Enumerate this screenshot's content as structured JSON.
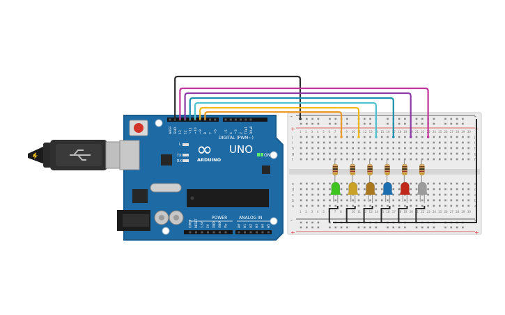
{
  "arduino": {
    "brand": "ARDUINO",
    "model": "UNO",
    "logo_symbol": "∞",
    "digital_header": "DIGITAL (PWM~)",
    "power_label": "POWER",
    "analog_label": "ANALOG IN",
    "on_label": "ON",
    "led_l": "L",
    "led_tx": "TX",
    "led_rx": "RX",
    "top_pins": [
      "AREF",
      "GND",
      "13",
      "12",
      "~11",
      "~10",
      "~9",
      "8",
      "7",
      "~6",
      "~5",
      "4",
      "~3",
      "2",
      "TX▸1",
      "RX◂0"
    ],
    "power_pins": [
      "IOREF",
      "RESET",
      "3.3V",
      "5V",
      "GND",
      "GND",
      "Vin"
    ],
    "analog_pins": [
      "A0",
      "A1",
      "A2",
      "A3",
      "A4",
      "A5"
    ]
  },
  "breadboard": {
    "rows_top": [
      "j",
      "i",
      "h",
      "g",
      "f"
    ],
    "rows_bottom": [
      "e",
      "d",
      "c",
      "b",
      "a"
    ],
    "columns": 30,
    "col_labels": [
      "1",
      "2",
      "3",
      "4",
      "5",
      "6",
      "7",
      "8",
      "9",
      "10",
      "11",
      "12",
      "13",
      "14",
      "15",
      "16",
      "17",
      "18",
      "19",
      "20",
      "21",
      "22",
      "23",
      "24",
      "25",
      "26",
      "27",
      "28",
      "29",
      "30"
    ],
    "rail_plus": "+",
    "rail_minus": "-"
  },
  "leds": [
    {
      "color": "#3ec41f",
      "label": "green"
    },
    {
      "color": "#c9a227",
      "label": "yellow"
    },
    {
      "color": "#a9781f",
      "label": "orange"
    },
    {
      "color": "#1b6fb0",
      "label": "blue"
    },
    {
      "color": "#c0281c",
      "label": "red"
    },
    {
      "color": "#9c9c9c",
      "label": "white"
    }
  ],
  "wires": [
    {
      "pin": "GND",
      "color": "#2b2b2b"
    },
    {
      "pin": "13",
      "color": "#c2349b"
    },
    {
      "pin": "12",
      "color": "#8a3aa5"
    },
    {
      "pin": "~11",
      "color": "#1b8fae"
    },
    {
      "pin": "~10",
      "color": "#4fc1cf"
    },
    {
      "pin": "~9",
      "color": "#f1b81c"
    },
    {
      "pin": "8",
      "color": "#ec9a28"
    }
  ],
  "colors": {
    "board": "#1d6aa5",
    "board_dark": "#16548a",
    "breadboard": "#ececec",
    "rail_red": "#d53a3a",
    "rail_black": "#333333"
  }
}
